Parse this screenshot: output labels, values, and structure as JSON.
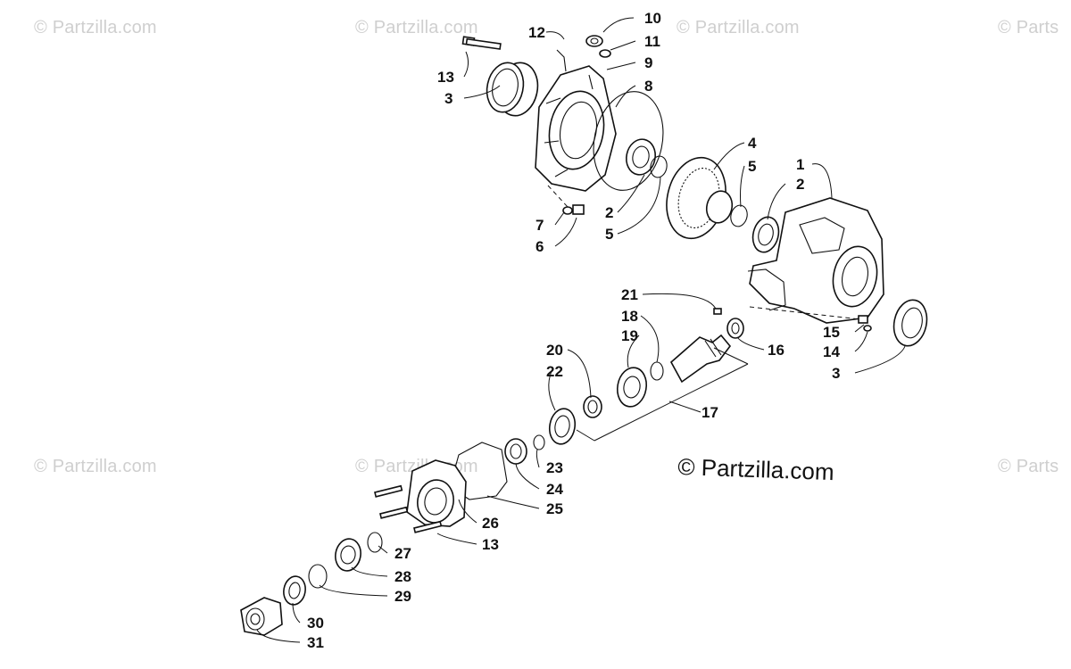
{
  "watermarks": [
    {
      "text": "© Partzilla.com"
    },
    {
      "text": "© Partzilla.com"
    },
    {
      "text": "© Partzilla.com"
    },
    {
      "text": "© Parts"
    },
    {
      "text": "© Partzilla.com"
    },
    {
      "text": "© Partzilla.com"
    },
    {
      "text": "© Parts"
    }
  ],
  "copyright": "© Partzilla.com",
  "callouts": {
    "c1": "1",
    "c2a": "2",
    "c2b": "2",
    "c3a": "3",
    "c3b": "3",
    "c4": "4",
    "c5a": "5",
    "c5b": "5",
    "c6": "6",
    "c7": "7",
    "c8": "8",
    "c9": "9",
    "c10": "10",
    "c11": "11",
    "c12": "12",
    "c13a": "13",
    "c13b": "13",
    "c14": "14",
    "c15": "15",
    "c16": "16",
    "c17": "17",
    "c18": "18",
    "c19": "19",
    "c20": "20",
    "c21": "21",
    "c22": "22",
    "c23": "23",
    "c24": "24",
    "c25": "25",
    "c26": "26",
    "c27": "27",
    "c28": "28",
    "c29": "29",
    "c30": "30",
    "c31": "31"
  }
}
